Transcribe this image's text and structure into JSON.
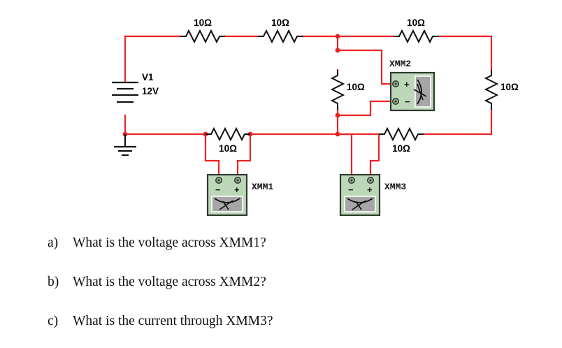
{
  "diagram": {
    "title": "Resistor network with three multimeters",
    "colors": {
      "wire": "#ee2222",
      "lead": "#111111",
      "meter_body": "#bcd6b8",
      "meter_face": "#a6a6a6",
      "meter_border": "#2f3a2f",
      "text": "#111111",
      "background": "#ffffff"
    },
    "source": {
      "name": "V1",
      "value": "12V"
    },
    "ground": {
      "label": "ground-symbol"
    },
    "resistors": [
      {
        "id": "R1",
        "label": "10Ω",
        "position": "top-left"
      },
      {
        "id": "R2",
        "label": "10Ω",
        "position": "top-middle"
      },
      {
        "id": "R3",
        "label": "10Ω",
        "position": "top-right"
      },
      {
        "id": "R4",
        "label": "10Ω",
        "position": "center-vertical"
      },
      {
        "id": "R5",
        "label": "10Ω",
        "position": "right-vertical"
      },
      {
        "id": "R6",
        "label": "10Ω",
        "position": "bottom-left"
      },
      {
        "id": "R7",
        "label": "10Ω",
        "position": "bottom-right"
      }
    ],
    "instruments": [
      {
        "id": "XMM1",
        "label": "XMM1",
        "orientation": "vertical",
        "terminals": [
          "−",
          "+"
        ],
        "connection": "parallel across bottom-left 10Ω resistor"
      },
      {
        "id": "XMM2",
        "label": "XMM2",
        "orientation": "horizontal",
        "terminals": [
          "+",
          "−"
        ],
        "connection": "parallel across center 10Ω resistor"
      },
      {
        "id": "XMM3",
        "label": "XMM3",
        "orientation": "vertical",
        "terminals": [
          "−",
          "+"
        ],
        "connection": "series in bottom-right branch"
      }
    ]
  },
  "questions": [
    {
      "marker": "a)",
      "text": "What is the voltage across XMM1?"
    },
    {
      "marker": "b)",
      "text": "What is the voltage across XMM2?"
    },
    {
      "marker": "c)",
      "text": "What is the current through XMM3?"
    }
  ]
}
